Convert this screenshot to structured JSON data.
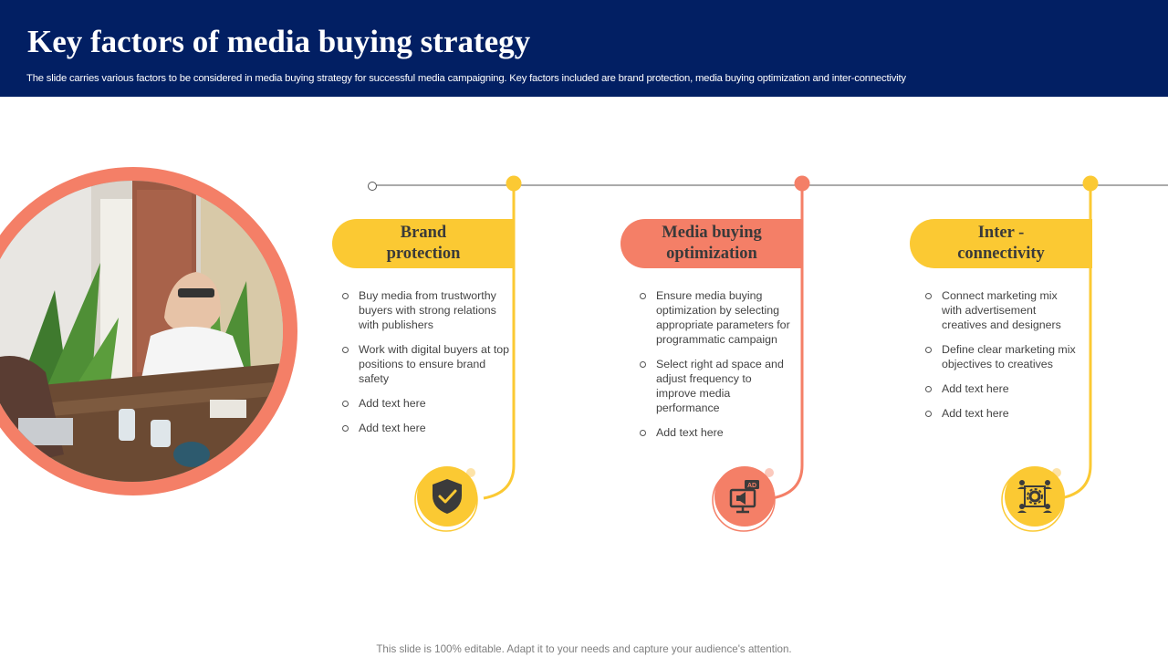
{
  "header": {
    "title": "Key factors of media buying strategy",
    "subtitle": "The slide carries various factors to be considered in media buying strategy for successful media campaigning. Key factors included are brand protection, media buying optimization and inter-connectivity"
  },
  "colors": {
    "header_bg": "#021f63",
    "yellow": "#fbc933",
    "coral": "#f47f67"
  },
  "columns": [
    {
      "title": "Brand\nprotection",
      "color": "#fbc933",
      "icon": "shield-check-icon",
      "bullets": [
        "Buy media from trustworthy buyers with strong relations with publishers",
        "Work with digital buyers at top positions to ensure brand safety",
        "Add text here",
        "Add text here"
      ]
    },
    {
      "title": "Media buying\noptimization",
      "color": "#f47f67",
      "icon": "ad-monitor-icon",
      "bullets": [
        "Ensure media buying optimization by selecting appropriate parameters for programmatic campaign",
        "Select right ad space and adjust frequency to improve media performance",
        "Add text here"
      ]
    },
    {
      "title": "Inter -\nconnectivity",
      "color": "#fbc933",
      "icon": "network-gear-icon",
      "bullets": [
        "Connect marketing mix with advertisement creatives and designers",
        "Define clear marketing mix objectives to creatives",
        "Add text here",
        "Add text here"
      ]
    }
  ],
  "icon_labels": {
    "ad": "AD"
  },
  "footer": "This slide is 100% editable. Adapt it to your needs and capture your audience's attention."
}
